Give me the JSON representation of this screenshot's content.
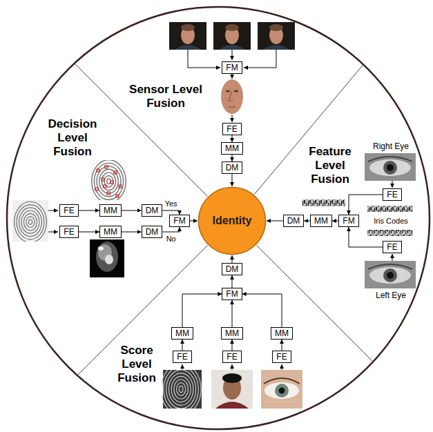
{
  "diagram": {
    "nodes": [
      {
        "text": [
          "FM"
        ]
      },
      {
        "text": [
          "FE"
        ]
      },
      {
        "text": [
          "MM"
        ]
      },
      {
        "text": [
          "DM"
        ]
      },
      {
        "text": [
          "FE"
        ]
      },
      {
        "text": [
          "MM"
        ]
      },
      {
        "text": [
          "DM"
        ]
      },
      {
        "text": [
          "FE"
        ]
      },
      {
        "text": [
          "MM"
        ]
      },
      {
        "text": [
          "DM"
        ]
      },
      {
        "text": [
          "FM"
        ]
      },
      {
        "text": [
          "Identity"
        ]
      },
      {
        "text": [
          "DM"
        ]
      },
      {
        "text": [
          "MM"
        ]
      },
      {
        "text": [
          "FM"
        ]
      },
      {
        "text": [
          "FE"
        ]
      },
      {
        "text": [
          "FE"
        ]
      },
      {
        "text": [
          "DM"
        ]
      },
      {
        "text": [
          "FM"
        ]
      },
      {
        "text": [
          "MM"
        ]
      },
      {
        "text": [
          "MM"
        ]
      },
      {
        "text": [
          "MM"
        ]
      },
      {
        "text": [
          "FE"
        ]
      },
      {
        "text": [
          "FE"
        ]
      },
      {
        "text": [
          "FE"
        ]
      }
    ],
    "edges": [
      {
        "from": 1,
        "to": 2,
        "arrow": "to"
      },
      {
        "from": 2,
        "to": 3,
        "arrow": "to"
      },
      {
        "from": 3,
        "to": 11,
        "arrow": "to"
      },
      {
        "from": 4,
        "to": 5,
        "arrow": "to"
      },
      {
        "from": 5,
        "to": 6,
        "arrow": "to"
      },
      {
        "from": 6,
        "to": 10,
        "label": "Yes",
        "arrow": "to"
      },
      {
        "from": 7,
        "to": 8,
        "arrow": "to"
      },
      {
        "from": 8,
        "to": 9,
        "arrow": "to"
      },
      {
        "from": 9,
        "to": 10,
        "label": "No",
        "arrow": "to"
      },
      {
        "from": 10,
        "to": 11,
        "arrow": "to"
      },
      {
        "from": 15,
        "to": 14,
        "arrow": "to"
      },
      {
        "from": 16,
        "to": 14,
        "arrow": "to"
      },
      {
        "from": 14,
        "to": 13,
        "arrow": "to"
      },
      {
        "from": 13,
        "to": 12,
        "arrow": "to"
      },
      {
        "from": 12,
        "to": 11,
        "arrow": "to"
      },
      {
        "from": 22,
        "to": 19,
        "arrow": "to"
      },
      {
        "from": 23,
        "to": 20,
        "arrow": "to"
      },
      {
        "from": 24,
        "to": 21,
        "arrow": "to"
      },
      {
        "from": 19,
        "to": 18,
        "arrow": "to"
      },
      {
        "from": 20,
        "to": 18,
        "arrow": "to"
      },
      {
        "from": 21,
        "to": 18,
        "arrow": "to"
      },
      {
        "from": 18,
        "to": 17,
        "arrow": "to"
      },
      {
        "from": 17,
        "to": 11,
        "arrow": "to"
      }
    ],
    "labels": [
      "Sensor Level Fusion",
      "Feature Level Fusion",
      "Right Eye",
      "Iris Codes",
      "Left Eye",
      "Score Level Fusion",
      "Decision Level Fusion"
    ]
  }
}
